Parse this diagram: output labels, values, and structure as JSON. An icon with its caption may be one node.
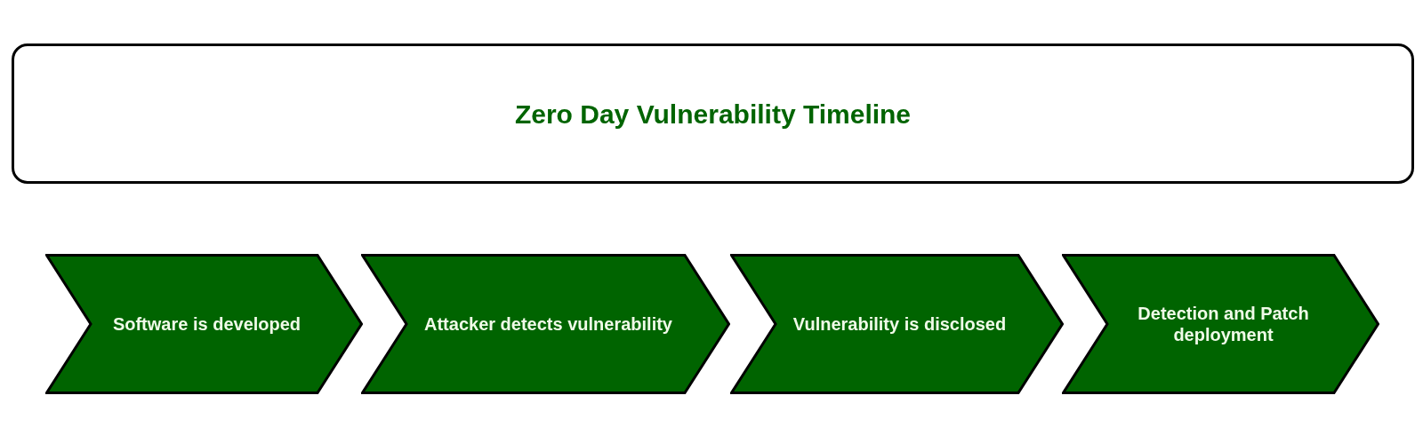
{
  "diagram": {
    "nodes": [
      {
        "text": [
          "Zero Day Vulnerability Timeline"
        ]
      },
      {
        "text": [
          "Software is developed"
        ]
      },
      {
        "text": [
          "Attacker detects vulnerability"
        ]
      },
      {
        "text": [
          "Vulnerability is disclosed"
        ]
      },
      {
        "text": [
          "Detection and Patch deployment"
        ]
      }
    ]
  }
}
